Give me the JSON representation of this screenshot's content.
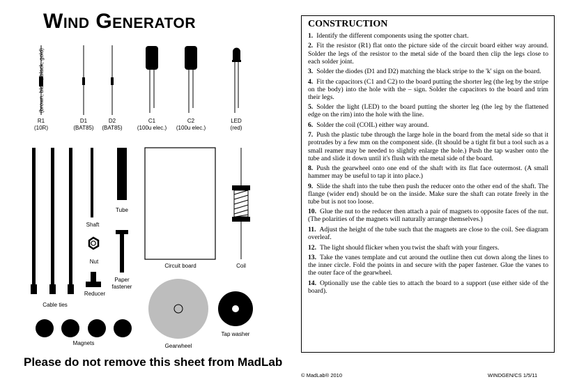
{
  "title": "Wind Generator",
  "parts": {
    "r1": {
      "name": "R1",
      "value": "(10R)",
      "colour_code": "(brown, black, black, gold)"
    },
    "d1": {
      "name": "D1",
      "value": "(BAT85)"
    },
    "d2": {
      "name": "D2",
      "value": "(BAT85)"
    },
    "c1": {
      "name": "C1",
      "value": "(100u elec.)"
    },
    "c2": {
      "name": "C2",
      "value": "(100u elec.)"
    },
    "led": {
      "name": "LED",
      "value": "(red)"
    },
    "shaft": "Shaft",
    "tube": "Tube",
    "nut": "Nut",
    "paper_fastener": "Paper fastener",
    "reducer": "Reducer",
    "cable_ties": "Cable ties",
    "circuit_board": "Circuit board",
    "coil": "Coil",
    "gearwheel": "Gearwheel",
    "tap_washer": "Tap washer",
    "magnets": "Magnets"
  },
  "footer_note": "Please do not remove this sheet from MadLab",
  "construction": {
    "heading": "CONSTRUCTION",
    "steps": [
      {
        "num": "1.",
        "text": "Identify the different components using the spotter chart."
      },
      {
        "num": "2.",
        "text": "Fit the resistor (R1) flat onto the picture side of the circuit board either way around. Solder the legs of the resistor to the metal side of the board then clip the legs close to each solder joint."
      },
      {
        "num": "3.",
        "text": "Solder the diodes (D1 and D2) matching the black stripe to the 'k' sign on the board."
      },
      {
        "num": "4.",
        "text": "Fit the capacitors (C1 and C2) to the board putting the shorter leg (the leg by the stripe on the body) into the hole with the – sign. Solder the capacitors to the board and trim their legs."
      },
      {
        "num": "5.",
        "text": "Solder the light (LED) to the board putting the shorter leg (the leg by the flattened edge on the rim) into the hole with the line."
      },
      {
        "num": "6.",
        "text": "Solder the coil (COIL) either way around."
      },
      {
        "num": "7.",
        "text": "Push the plastic tube through the large hole in the board from the metal side so that it protrudes by a few mm on the component side. (It should be a tight fit but a tool such as a small reamer may be needed to slightly enlarge the hole.) Push the tap washer onto the tube and slide it down until it's flush with the metal side of the board."
      },
      {
        "num": "8.",
        "text": "Push the gearwheel onto one end of the shaft with its flat face outermost. (A small hammer may be useful to tap it into place.)"
      },
      {
        "num": "9.",
        "text": "Slide the shaft into the tube then push the reducer onto the other end of the shaft. The flange (wider end) should be on the inside. Make sure the shaft can rotate freely in the tube but is not too loose."
      },
      {
        "num": "10.",
        "text": "Glue the nut to the reducer then attach a pair of magnets to opposite faces of the nut. (The polarities of the magnets will naturally arrange themselves.)"
      },
      {
        "num": "11.",
        "text": "Adjust the height of the tube such that the magnets are close to the coil. See diagram overleaf."
      },
      {
        "num": "12.",
        "text": "The light should flicker when you twist the shaft with your fingers."
      },
      {
        "num": "13.",
        "text": "Take the vanes template and cut around the outline then cut down along the lines to the inner circle. Fold the points in and secure with the paper fastener. Glue the vanes to the outer face of the gearwheel."
      },
      {
        "num": "14.",
        "text": "Optionally use the cable ties to attach the board to a support (use either side of the board)."
      }
    ]
  },
  "copyright": "© MadLab® 2010",
  "doc_code": "WINDGEN/CS 1/5/11"
}
